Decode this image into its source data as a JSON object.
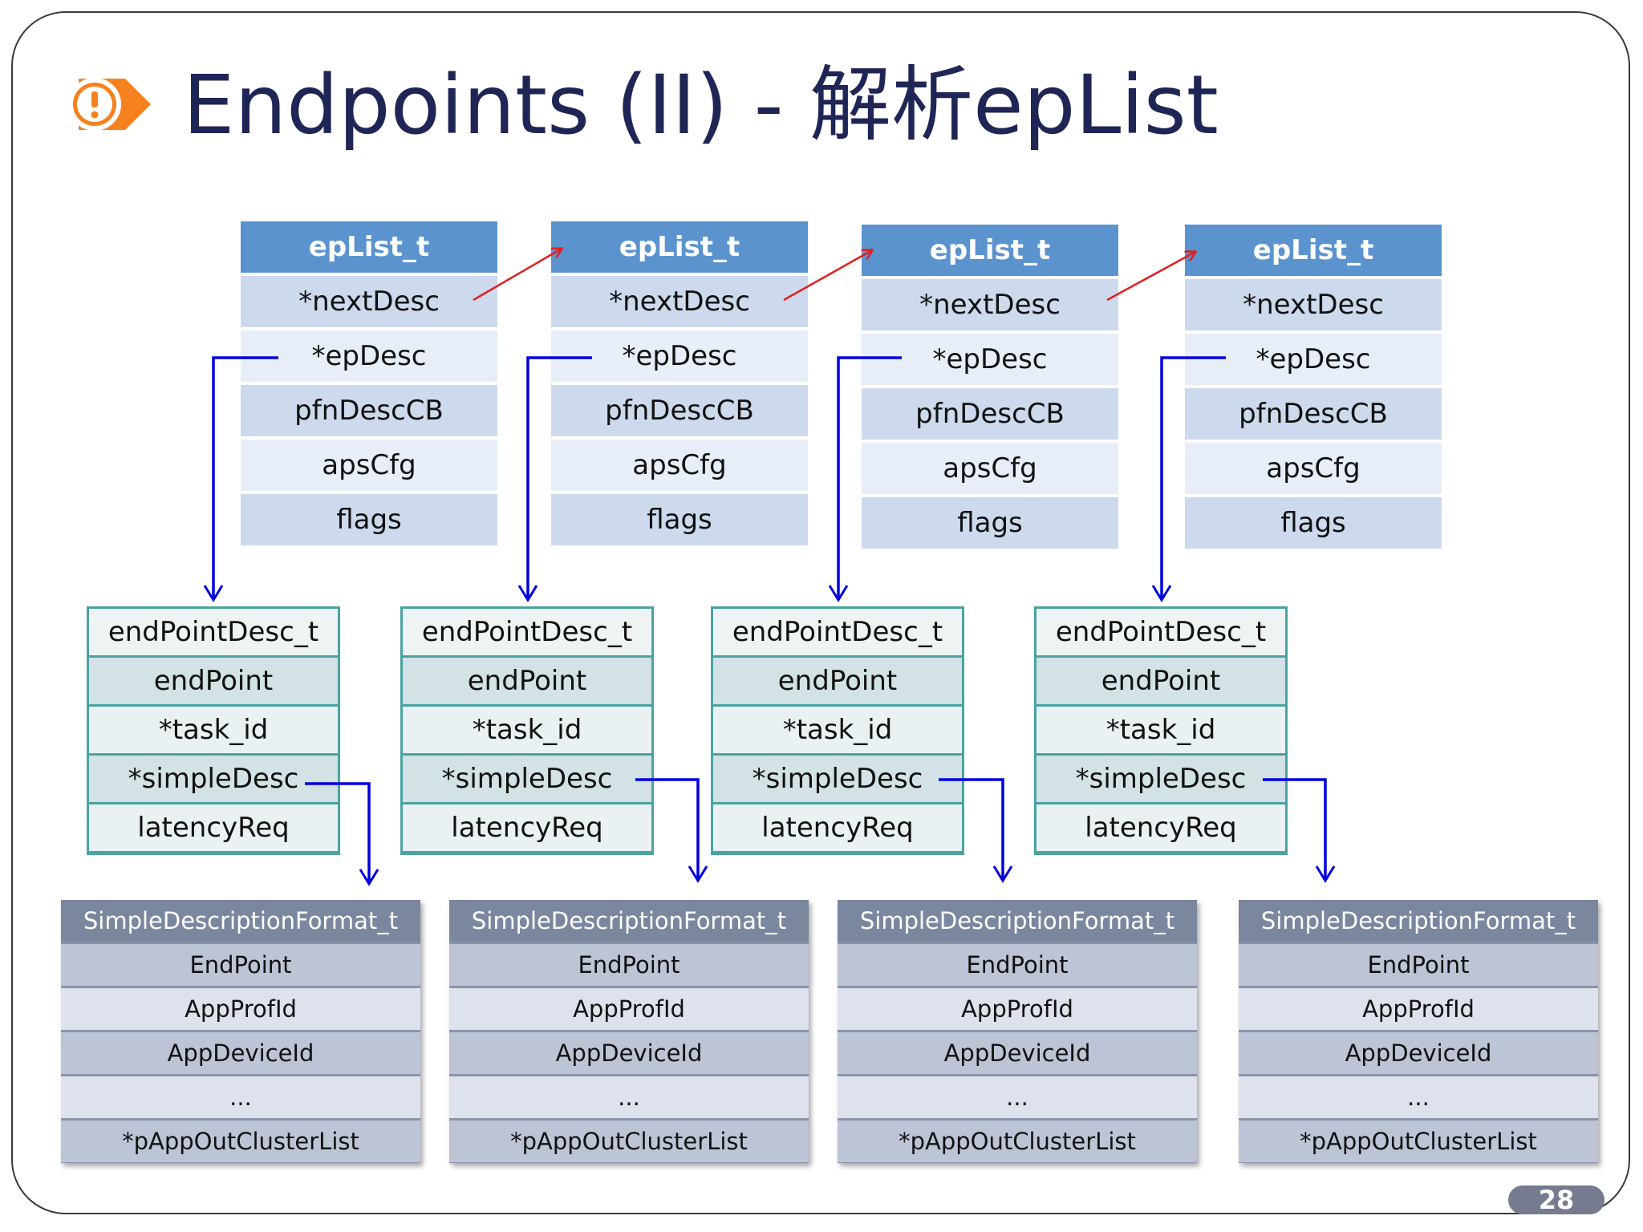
{
  "title": "Endpoints (II) - 解析epList",
  "page_number": "28",
  "colors": {
    "title": "#1f2555",
    "ep_header": "#5b93cf",
    "epd_border": "#4aa3a3",
    "sd_header": "#7b869f",
    "arrow_blue": "#0000dd",
    "arrow_red": "#e02020",
    "icon_orange": "#f5821f"
  },
  "ep_list": [
    {
      "header": "epList_t",
      "fields": [
        "*nextDesc",
        "*epDesc",
        "pfnDescCB",
        "apsCfg",
        "flags"
      ]
    },
    {
      "header": "epList_t",
      "fields": [
        "*nextDesc",
        "*epDesc",
        "pfnDescCB",
        "apsCfg",
        "flags"
      ]
    },
    {
      "header": "epList_t",
      "fields": [
        "*nextDesc",
        "*epDesc",
        "pfnDescCB",
        "apsCfg",
        "flags"
      ]
    },
    {
      "header": "epList_t",
      "fields": [
        "*nextDesc",
        "*epDesc",
        "pfnDescCB",
        "apsCfg",
        "flags"
      ]
    }
  ],
  "end_point_desc": [
    {
      "header": "endPointDesc_t",
      "fields": [
        "endPoint",
        "*task_id",
        "*simpleDesc",
        "latencyReq"
      ]
    },
    {
      "header": "endPointDesc_t",
      "fields": [
        "endPoint",
        "*task_id",
        "*simpleDesc",
        "latencyReq"
      ]
    },
    {
      "header": "endPointDesc_t",
      "fields": [
        "endPoint",
        "*task_id",
        "*simpleDesc",
        "latencyReq"
      ]
    },
    {
      "header": "endPointDesc_t",
      "fields": [
        "endPoint",
        "*task_id",
        "*simpleDesc",
        "latencyReq"
      ]
    }
  ],
  "simple_desc": [
    {
      "header": "SimpleDescriptionFormat_t",
      "fields": [
        "EndPoint",
        "AppProfId",
        "AppDeviceId",
        "...",
        "*pAppOutClusterList"
      ]
    },
    {
      "header": "SimpleDescriptionFormat_t",
      "fields": [
        "EndPoint",
        "AppProfId",
        "AppDeviceId",
        "...",
        "*pAppOutClusterList"
      ]
    },
    {
      "header": "SimpleDescriptionFormat_t",
      "fields": [
        "EndPoint",
        "AppProfId",
        "AppDeviceId",
        "...",
        "*pAppOutClusterList"
      ]
    },
    {
      "header": "SimpleDescriptionFormat_t",
      "fields": [
        "EndPoint",
        "AppProfId",
        "AppDeviceId",
        "...",
        "*pAppOutClusterList"
      ]
    }
  ]
}
